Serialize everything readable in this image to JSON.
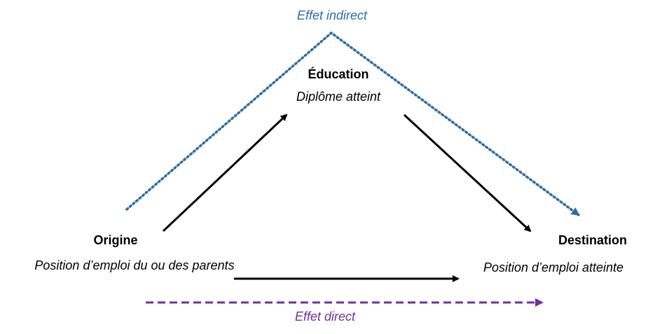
{
  "nodes": {
    "education": {
      "title": "Éducation",
      "subtitle": "Diplôme atteint"
    },
    "origin": {
      "title": "Origine",
      "subtitle": "Position d’emploi du ou des parents"
    },
    "destination": {
      "title": "Destination",
      "subtitle": "Position d’emploi atteinte"
    }
  },
  "effects": {
    "indirect": {
      "label": "Effet indirect",
      "color": "#2e6da4"
    },
    "direct": {
      "label": "Effet direct",
      "color": "#7030a0"
    }
  },
  "colors": {
    "arrow": "#000000"
  }
}
